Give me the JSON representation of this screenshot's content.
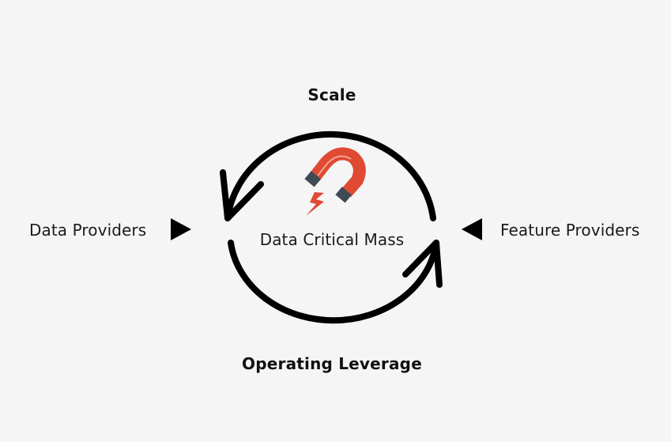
{
  "diagram": {
    "top_label": "Scale",
    "bottom_label": "Operating Leverage",
    "center_label": "Data Critical Mass",
    "left_label": "Data Providers",
    "right_label": "Feature Providers"
  },
  "colors": {
    "background": "#f5f5f5",
    "stroke": "#000000",
    "magnet_red": "#e04a32",
    "magnet_tip": "#3d4b55"
  },
  "icons": {
    "center": "magnet-icon",
    "left": "triangle-right-icon",
    "right": "triangle-left-icon"
  }
}
